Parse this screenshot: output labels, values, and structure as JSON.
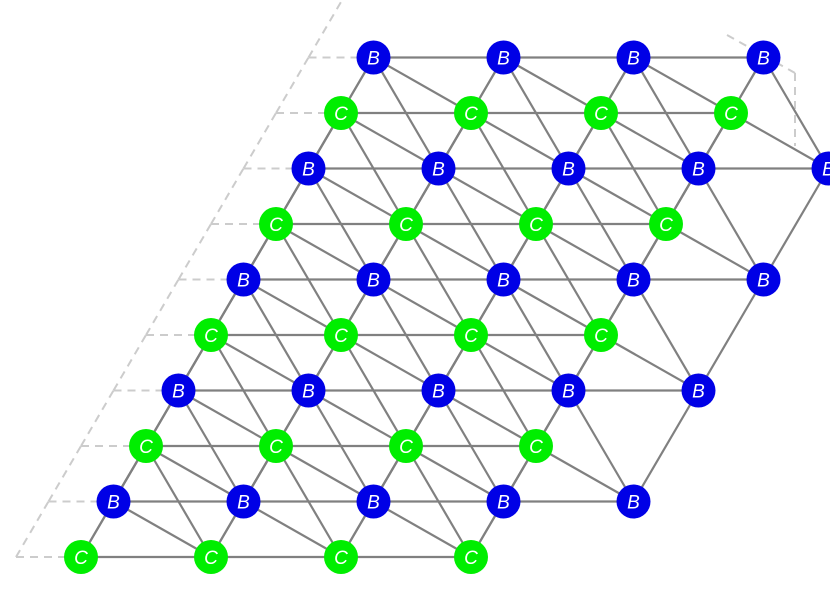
{
  "lattice": {
    "labels": {
      "B": "B",
      "C": "C"
    },
    "colors": {
      "B": "#0000e6",
      "C": "#00ee00",
      "bond": "#808080",
      "ghost": "#cccccc",
      "label": "#ffffff",
      "background": "#ffffff"
    },
    "rows": [
      [
        "C",
        "C",
        "C",
        "C"
      ],
      [
        "B",
        "B",
        "B",
        "B",
        "B"
      ],
      [
        "C",
        "C",
        "C",
        "C"
      ],
      [
        "B",
        "B",
        "B",
        "B",
        "B"
      ],
      [
        "C",
        "C",
        "C",
        "C"
      ],
      [
        "B",
        "B",
        "B",
        "B",
        "B"
      ],
      [
        "C",
        "C",
        "C",
        "C"
      ],
      [
        "B",
        "B",
        "B",
        "B",
        "B"
      ],
      [
        "C",
        "C",
        "C",
        "C"
      ],
      [
        "B",
        "B",
        "B",
        "B"
      ]
    ]
  }
}
